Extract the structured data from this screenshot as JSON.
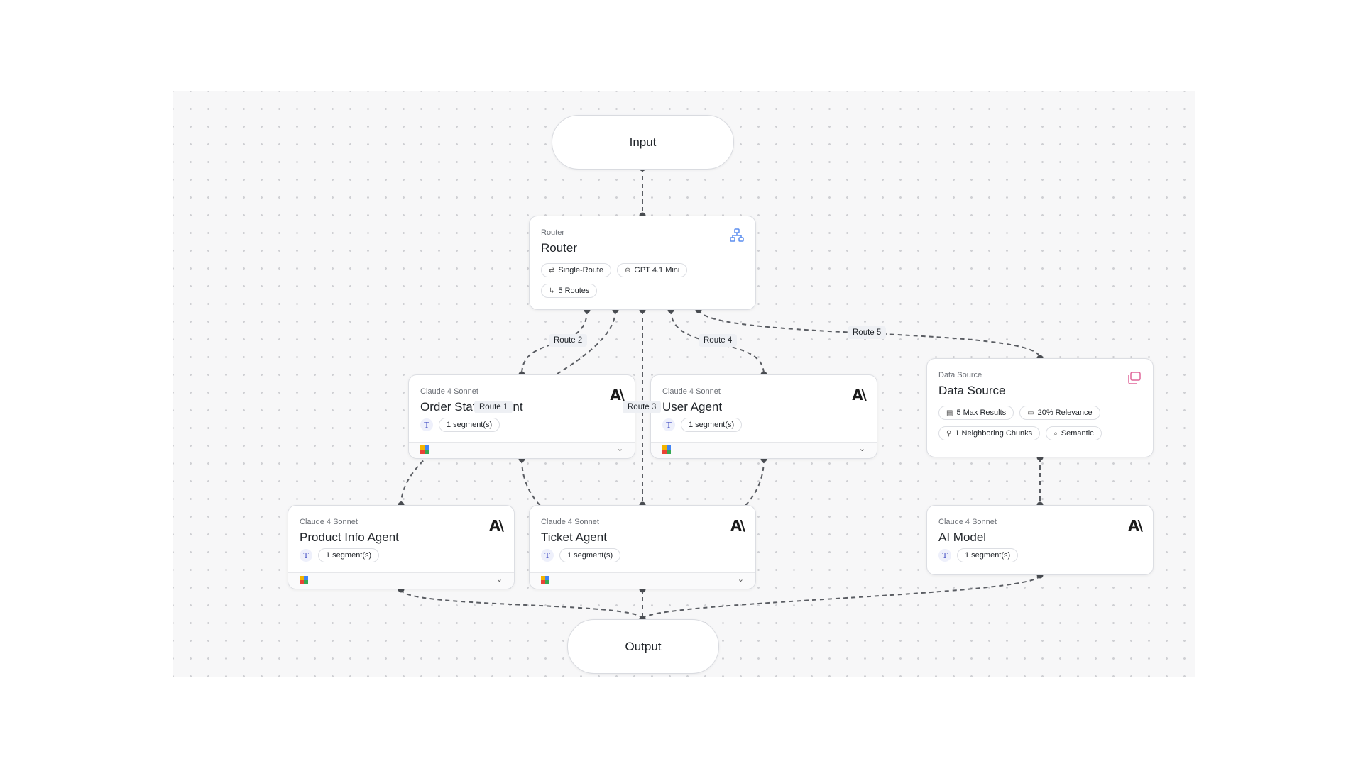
{
  "input": {
    "label": "Input"
  },
  "output": {
    "label": "Output"
  },
  "router": {
    "kind": "Router",
    "title": "Router",
    "icon": "router-icon",
    "chips": [
      "Single-Route",
      "GPT 4.1 Mini",
      "5 Routes"
    ]
  },
  "routes": [
    "Route 1",
    "Route 2",
    "Route 3",
    "Route 4",
    "Route 5"
  ],
  "agents": {
    "order_status": {
      "model": "Claude 4 Sonnet",
      "title": "Order Status Agent",
      "segments": "1 segment(s)"
    },
    "user": {
      "model": "Claude 4 Sonnet",
      "title": "User Agent",
      "segments": "1 segment(s)"
    },
    "product_info": {
      "model": "Claude 4 Sonnet",
      "title": "Product Info Agent",
      "segments": "1 segment(s)"
    },
    "ticket": {
      "model": "Claude 4 Sonnet",
      "title": "Ticket Agent",
      "segments": "1 segment(s)"
    },
    "ai_model": {
      "model": "Claude 4 Sonnet",
      "title": "AI Model",
      "segments": "1 segment(s)"
    }
  },
  "data_source": {
    "kind": "Data Source",
    "title": "Data Source",
    "icon": "data-source-icon",
    "chips": [
      "5 Max Results",
      "20% Relevance",
      "1 Neighboring Chunks",
      "Semantic"
    ]
  },
  "token_glyph": "T",
  "brand_mark": "A\\",
  "colors": {
    "accent_blue": "#5b8def",
    "accent_pink": "#e0679a",
    "edge": "#5a5d63"
  }
}
